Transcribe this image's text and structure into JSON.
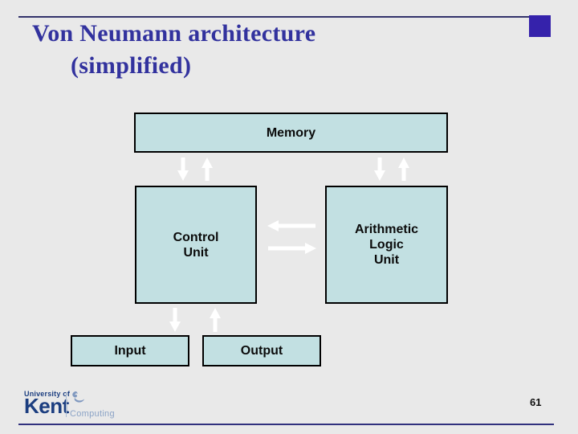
{
  "slide": {
    "title_line1": "Von Neumann architecture",
    "title_line2": "(simplified)",
    "page_number": "61"
  },
  "diagram": {
    "memory_label": "Memory",
    "control_unit_label": "Control\nUnit",
    "alu_label": "Arithmetic\nLogic\nUnit",
    "input_label": "Input",
    "output_label": "Output",
    "connections": [
      {
        "from": "Memory",
        "to": "Control Unit",
        "bidirectional": true
      },
      {
        "from": "Memory",
        "to": "Arithmetic Logic Unit",
        "bidirectional": true
      },
      {
        "from": "Control Unit",
        "to": "Arithmetic Logic Unit",
        "bidirectional": true
      },
      {
        "from": "Control Unit",
        "to": "Input",
        "direction": "down"
      },
      {
        "from": "Output",
        "to": "Control Unit",
        "direction": "up"
      }
    ]
  },
  "footer": {
    "logo_top": "University of",
    "logo_name": "Kent",
    "logo_dept": "Computing"
  },
  "colors": {
    "background": "#e9e9e9",
    "box_fill": "#c2e0e2",
    "box_border": "#000000",
    "title_text": "#32329e",
    "accent_square": "#3522ab",
    "rule_line": "#33336b",
    "arrow": "#ffffff",
    "logo_blue": "#1c3e80",
    "logo_light_blue": "#8ba3c6"
  }
}
